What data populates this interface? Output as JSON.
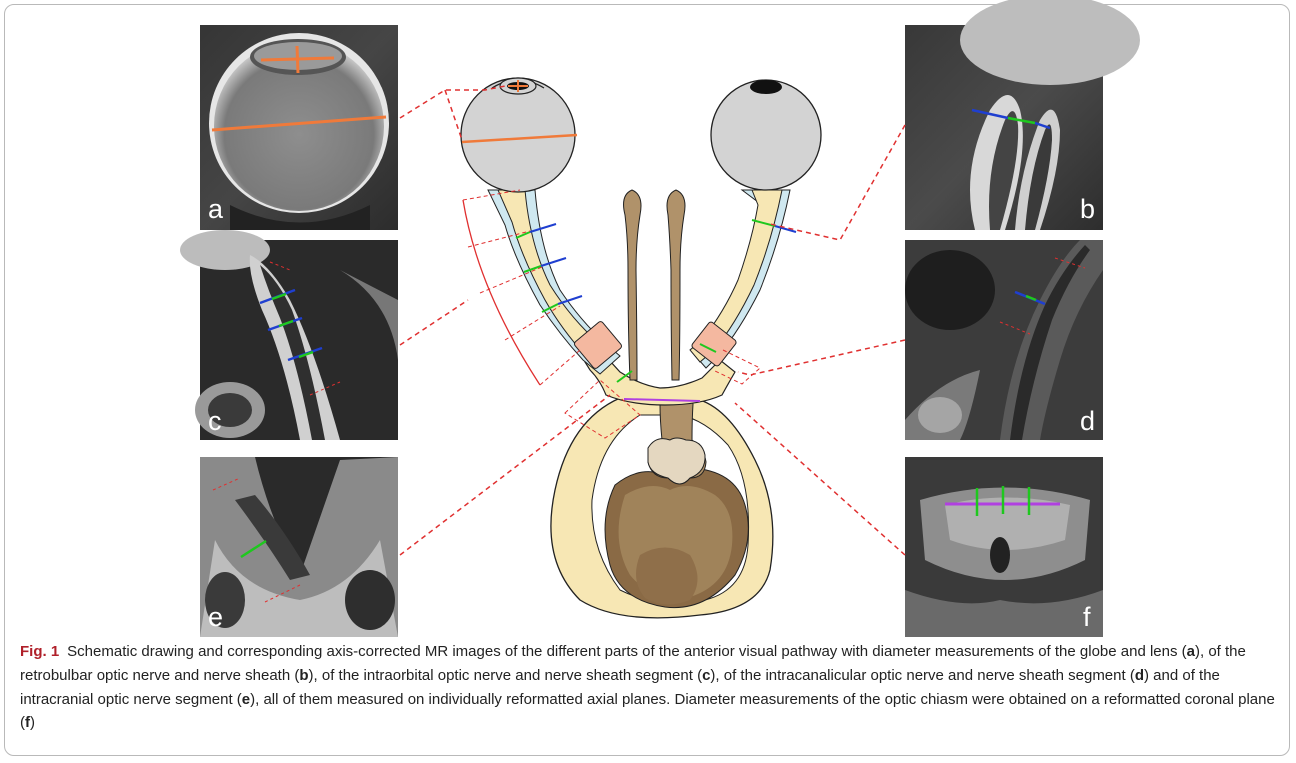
{
  "figure": {
    "fig_label": "Fig. 1",
    "panel_labels": {
      "a": "a",
      "b": "b",
      "c": "c",
      "d": "d",
      "e": "e",
      "f": "f"
    },
    "caption_text": {
      "p1": "Schematic drawing and corresponding axis-corrected MR images of the different parts of the anterior visual pathway with diameter measurements of the globe and lens (",
      "a": "a",
      "p2": "), of the retrobulbar optic nerve and nerve sheath (",
      "b": "b",
      "p3": "), of the intraorbital optic nerve and nerve sheath segment (",
      "c": "c",
      "p4": "), of the intracanalicular optic nerve and nerve sheath segment (",
      "d": "d",
      "p5": ") and of the intracranial optic nerve segment (",
      "e": "e",
      "p6": "), all of them measured on individually reformatted axial planes. Diameter measurements of the optic chiasm were obtained on a reformatted coronal plane (",
      "f": "f",
      "p7": ")"
    },
    "colors": {
      "lens_globe_measure": "#f07a3a",
      "nerve_measure": "#1ec81e",
      "sheath_measure": "#1f3fd0",
      "chiasm_measure": "#b040e0",
      "connector_dash": "#e03030",
      "nerve_fill": "#f7e7b4",
      "sheath_fill": "#cfe8f0",
      "canal_fill": "#f4b8a0",
      "brain_dark": "#8a6a45",
      "brain_mid": "#b0926a",
      "brain_light": "#d8c6a6",
      "globe_fill": "#d3d3d3"
    }
  }
}
